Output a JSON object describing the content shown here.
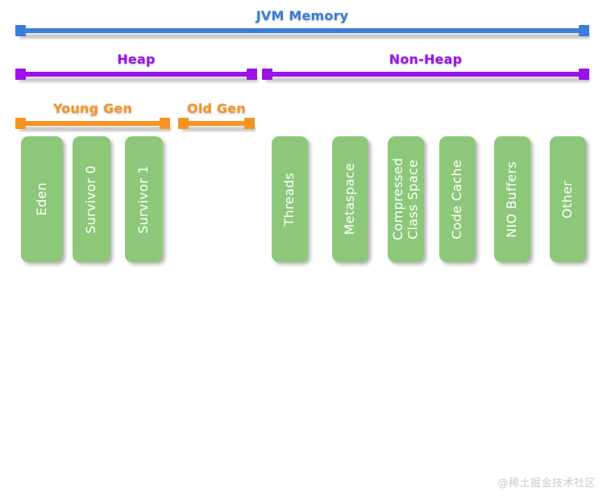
{
  "diagram": {
    "title": "JVM Memory",
    "background_color": "#ffffff",
    "colors": {
      "jvm_memory": "#3b7ed8",
      "heap": "#9b12e8",
      "generation": "#f79421",
      "region_fill": "#8dc87a",
      "region_text": "#ffffff",
      "shadow": "#b9b9b9",
      "watermark": "#c9c9c9"
    }
  },
  "bars": {
    "level1": [
      {
        "label": "JVM Memory",
        "color": "#3b7ed8"
      }
    ],
    "level2": [
      {
        "label": "Heap",
        "color": "#9b12e8"
      },
      {
        "label": "Non-Heap",
        "color": "#9b12e8"
      }
    ],
    "level3": [
      {
        "label": "Young Gen",
        "color": "#f79421"
      },
      {
        "label": "Old Gen",
        "color": "#f79421"
      }
    ]
  },
  "regions": {
    "heap": [
      {
        "label": "Eden"
      },
      {
        "label": "Survivor 0"
      },
      {
        "label": "Survivor 1"
      }
    ],
    "non_heap": [
      {
        "label": "Threads"
      },
      {
        "label": "Metaspace"
      },
      {
        "label": "Compressed Class Space"
      },
      {
        "label": "Code Cache"
      },
      {
        "label": "NIO Buffers"
      },
      {
        "label": "Other"
      }
    ]
  },
  "watermark": {
    "text": "@稀土掘金技术社区"
  }
}
